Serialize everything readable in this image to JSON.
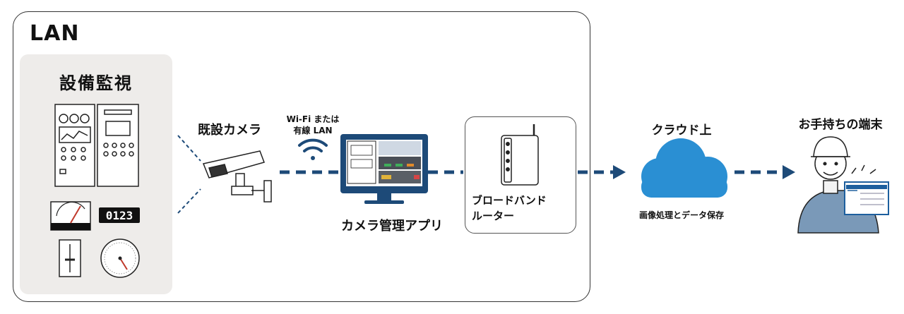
{
  "lan": {
    "title": "LAN"
  },
  "equipment": {
    "title": "設備監視",
    "digital_display": "0123"
  },
  "camera": {
    "label": "既設カメラ"
  },
  "wifi": {
    "line1": "Wi-Fi または",
    "line2": "有線 LAN"
  },
  "app": {
    "label": "カメラ管理アプリ"
  },
  "router": {
    "line1": "ブロードバンド",
    "line2": "ルーター"
  },
  "cloud": {
    "label": "クラウド上",
    "caption": "画像処理とデータ保存"
  },
  "terminal": {
    "label": "お手持ちの端末"
  },
  "colors": {
    "navy": "#1d4a78",
    "cloud_blue": "#2a8fd3",
    "panel_gray": "#eeecea",
    "screen_blue": "#1d5f9e"
  }
}
